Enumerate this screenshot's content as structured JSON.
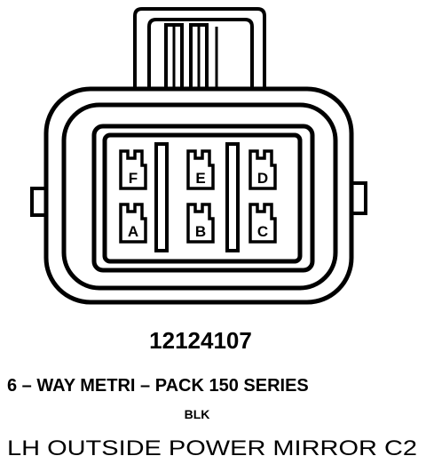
{
  "connector": {
    "part_number": "12124107",
    "series": "6 – WAY METRI – PACK 150 SERIES",
    "color": "BLK",
    "name": "LH OUTSIDE POWER MIRROR C2",
    "cavities": {
      "top": [
        "F",
        "E",
        "D"
      ],
      "bottom": [
        "A",
        "B",
        "C"
      ]
    }
  },
  "colors": {
    "ink": "#000000",
    "background": "#ffffff"
  }
}
